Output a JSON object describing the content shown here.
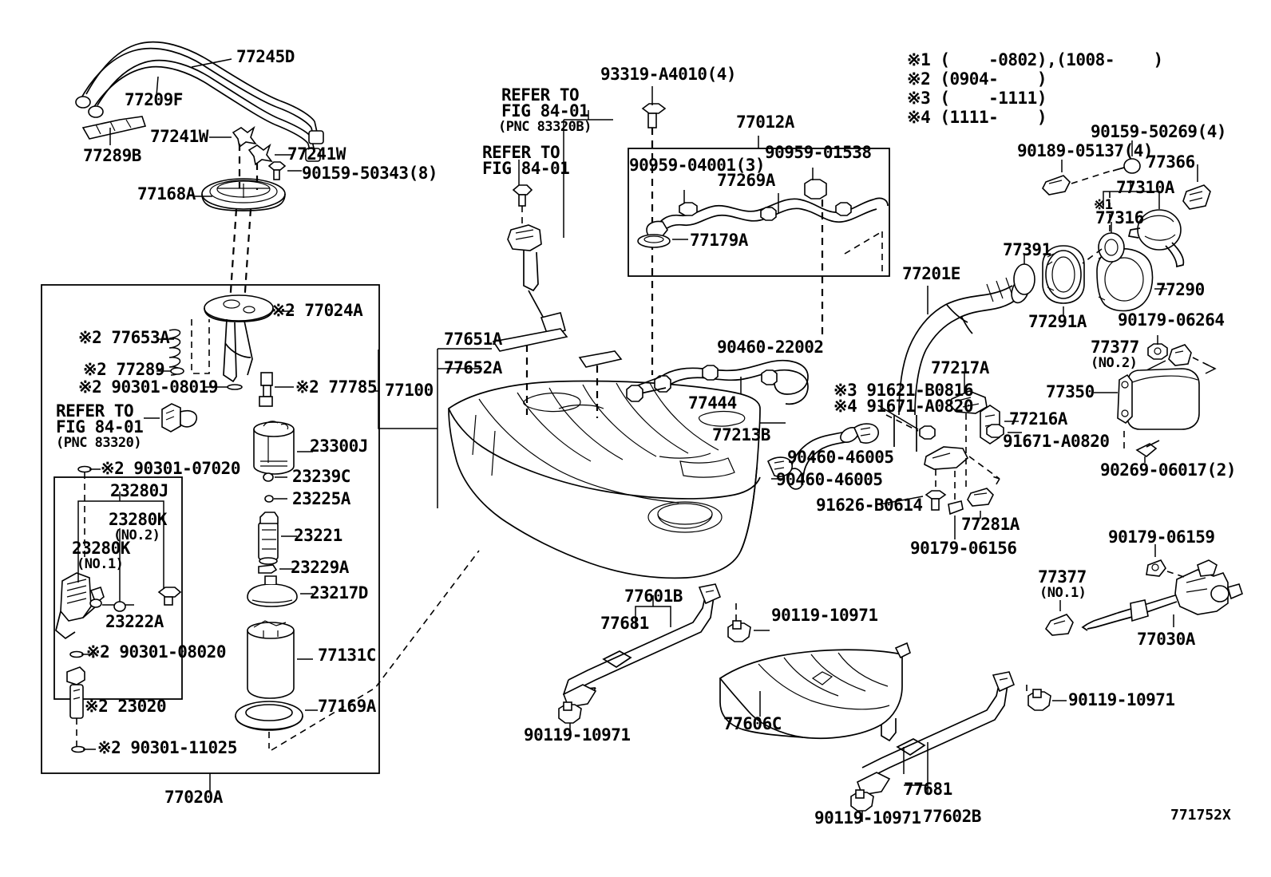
{
  "diagram": {
    "code": "771752X",
    "notes": [
      "※1 (    -0802),(1008-    )",
      "※2 (0904-    )",
      "※3 (    -1111)",
      "※4 (1111-    )"
    ]
  },
  "labels": {
    "l_77245D": "77245D",
    "l_77209F": "77209F",
    "l_77289B": "77289B",
    "l_77241W_a": "77241W",
    "l_77241W_b": "77241W",
    "l_90159_50343": "90159-50343(8)",
    "l_77168A": "77168A",
    "l_refer84_01_b_1": "REFER TO",
    "l_refer84_01_b_2": "FIG 84-01",
    "l_refer84_01_b_3": "(PNC 83320B)",
    "l_refer84_01_c_1": "REFER TO",
    "l_refer84_01_c_2": "FIG 84-01",
    "l_93319_A4010": "93319-A4010(4)",
    "l_77012A": "77012A",
    "l_90959_04001": "90959-04001(3)",
    "l_90959_01538": "90959-01538",
    "l_77269A": "77269A",
    "l_77179A": "77179A",
    "l_90159_50269": "90159-50269(4)",
    "l_90189_05137": "90189-05137(4)",
    "l_77366": "77366",
    "l_77310A": "77310A",
    "l_77316": "77316",
    "l_x1_77316": "※1",
    "l_77391": "77391",
    "l_77291A": "77291A",
    "l_77290": "77290",
    "l_90179_06264": "90179-06264",
    "l_77201E": "77201E",
    "l_77377_no2_a": "77377",
    "l_77377_no2_b": "(NO.2)",
    "l_77350": "77350",
    "l_90269_06017": "90269-06017(2)",
    "l_77217A": "77217A",
    "l_77216A_a": "77216A",
    "l_91671_A0820_a": "91671-A0820",
    "l_x3_91621": "※3 91621-B0816",
    "l_x4_91671": "※4 91671-A0820",
    "l_90460_46005_a": "90460-46005",
    "l_90460_46005_b": "90460-46005",
    "l_91626_B0614": "91626-B0614",
    "l_77281A": "77281A",
    "l_90179_06156": "90179-06156",
    "l_90460_22002": "90460-22002",
    "l_77444": "77444",
    "l_77213B": "77213B",
    "l_77651A": "77651A",
    "l_77652A": "77652A",
    "l_77100": "77100",
    "l_x2_77024A": "※2 77024A",
    "l_x2_77653A": "※2 77653A",
    "l_x2_77289": "※2 77289",
    "l_x2_90301_08019": "※2 90301-08019",
    "l_x2_77785": "※2 77785",
    "l_refer84_01_a_1": "REFER TO",
    "l_refer84_01_a_2": "FIG 84-01",
    "l_refer84_01_a_3": "(PNC 83320)",
    "l_x2_90301_07020": "※2 90301-07020",
    "l_23280J": "23280J",
    "l_23280K_no2_a": "23280K",
    "l_23280K_no2_b": "(NO.2)",
    "l_23280K_no1_a": "23280K",
    "l_23280K_no1_b": "(NO.1)",
    "l_23222A": "23222A",
    "l_x2_90301_08020": "※2 90301-08020",
    "l_x2_23020": "※2 23020",
    "l_x2_90301_11025": "※2 90301-11025",
    "l_23300J": "23300J",
    "l_23239C": "23239C",
    "l_23225A": "23225A",
    "l_23221": "23221",
    "l_23229A": "23229A",
    "l_23217D": "23217D",
    "l_77131C": "77131C",
    "l_77169A": "77169A",
    "l_77020A": "77020A",
    "l_77601B": "77601B",
    "l_77681_a": "77681",
    "l_90119_10971_a": "90119-10971",
    "l_90119_10971_b": "90119-10971",
    "l_77606C": "77606C",
    "l_90119_10971_c": "90119-10971",
    "l_90119_10971_d": "90119-10971",
    "l_77681_b": "77681",
    "l_77602B": "77602B",
    "l_77377_no1_a": "77377",
    "l_77377_no1_b": "(NO.1)",
    "l_90179_06159": "90179-06159",
    "l_77030A": "77030A"
  }
}
